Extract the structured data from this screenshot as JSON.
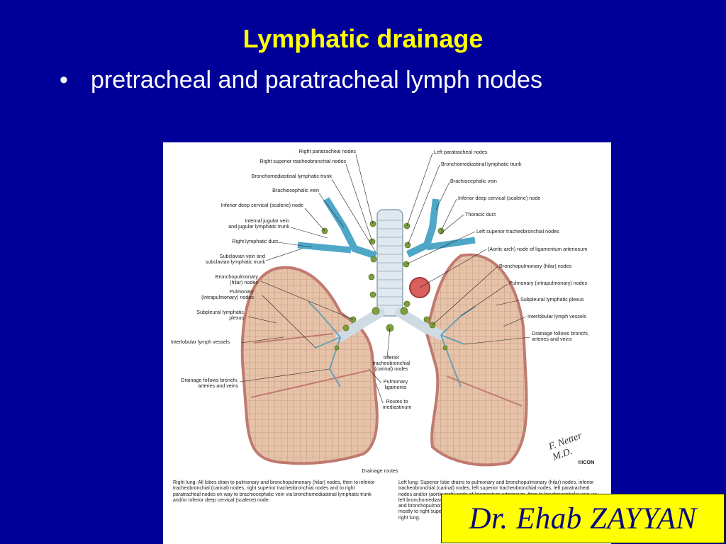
{
  "slide": {
    "title": "Lymphatic drainage",
    "bullet": "pretracheal and paratracheal lymph nodes",
    "author": "Dr. Ehab ZAYYAN"
  },
  "figure": {
    "labels_left": [
      "Right paratracheal nodes",
      "Right superior tracheobronchial nodes",
      "Bronchomediastinal lymphatic trunk",
      "Brachiocephalic vein",
      "Inferior deep cervical (scalene) node",
      "Internal jugular vein\nand jugular lymphatic trunk",
      "Right lymphatic duct",
      "Subclavian vein and\nsubclavian lymphatic trunk",
      "Bronchopulmonary\n(hilar) nodes",
      "Pulmonary\n(intrapulmonary) nodes",
      "Subpleural lymphatic\nplexus",
      "Interlobular lymph vessels",
      "Drainage follows bronchi,\narteries and veins"
    ],
    "labels_right": [
      "Left paratracheal nodes",
      "Bronchomediastinal lymphatic trunk",
      "Brachiocephalic vein",
      "Inferior deep cervical (scalene) node",
      "Thoracic duct",
      "Left superior tracheobronchial nodes",
      "(Aortic arch) node of ligamentum arteriosum",
      "Bronchopulmonary (hilar) nodes",
      "Pulmonary (intrapulmonary) nodes",
      "Subpleural lymphatic plexus",
      "Interlobular lymph vessels",
      "Drainage follows bronchi,\narteries and veins"
    ],
    "labels_center": [
      "Inferior\ntracheobronchial\n(carinal) nodes",
      "Pulmonary\nligaments",
      "Routes to\nmediastinum",
      "Drainage routes"
    ],
    "caption_right_lung": "Right lung: All lobes drain to pulmonary and bronchopulmonary (hilar) nodes, then to inferior tracheobronchial (carinal) nodes, right superior tracheobronchial nodes and to right paratracheal nodes on way to brachiocephalic vein via bronchomediastinal lymphatic trunk and/or inferior deep cervical (scalene) node.",
    "caption_left_lung": "Left lung: Superior lobe drains to pulmonary and bronchopulmonary (hilar) nodes, inferior tracheobronchial (carinal) nodes, left superior tracheobronchial nodes, left paratracheal nodes and/or (aortic arch) node of ligamentum arteriosum, then to brachiocephalic vein via left bronchomediastinal trunk and thoracic duct. Left inferior lobe also drains to pulmonary and bronchopulmonary (hilar) nodes and to inferior tracheobronchial (carinal) nodes, but then mostly to right superior tracheobronchial nodes, where it follows same route as lymph from right lung.",
    "signature": "F. Netter M.D.",
    "copyright": "©ICON"
  },
  "colors": {
    "background": "#000099",
    "title": "#ffff00",
    "bullet_text": "#ffffff",
    "name_box": "#ffff00",
    "name_text": "#0a0a7a",
    "lung_fill": "#e3b8a0",
    "pleura_edge": "#c98080",
    "vein_blue": "#4fa7c8",
    "lymph_node": "#7ea03c"
  }
}
